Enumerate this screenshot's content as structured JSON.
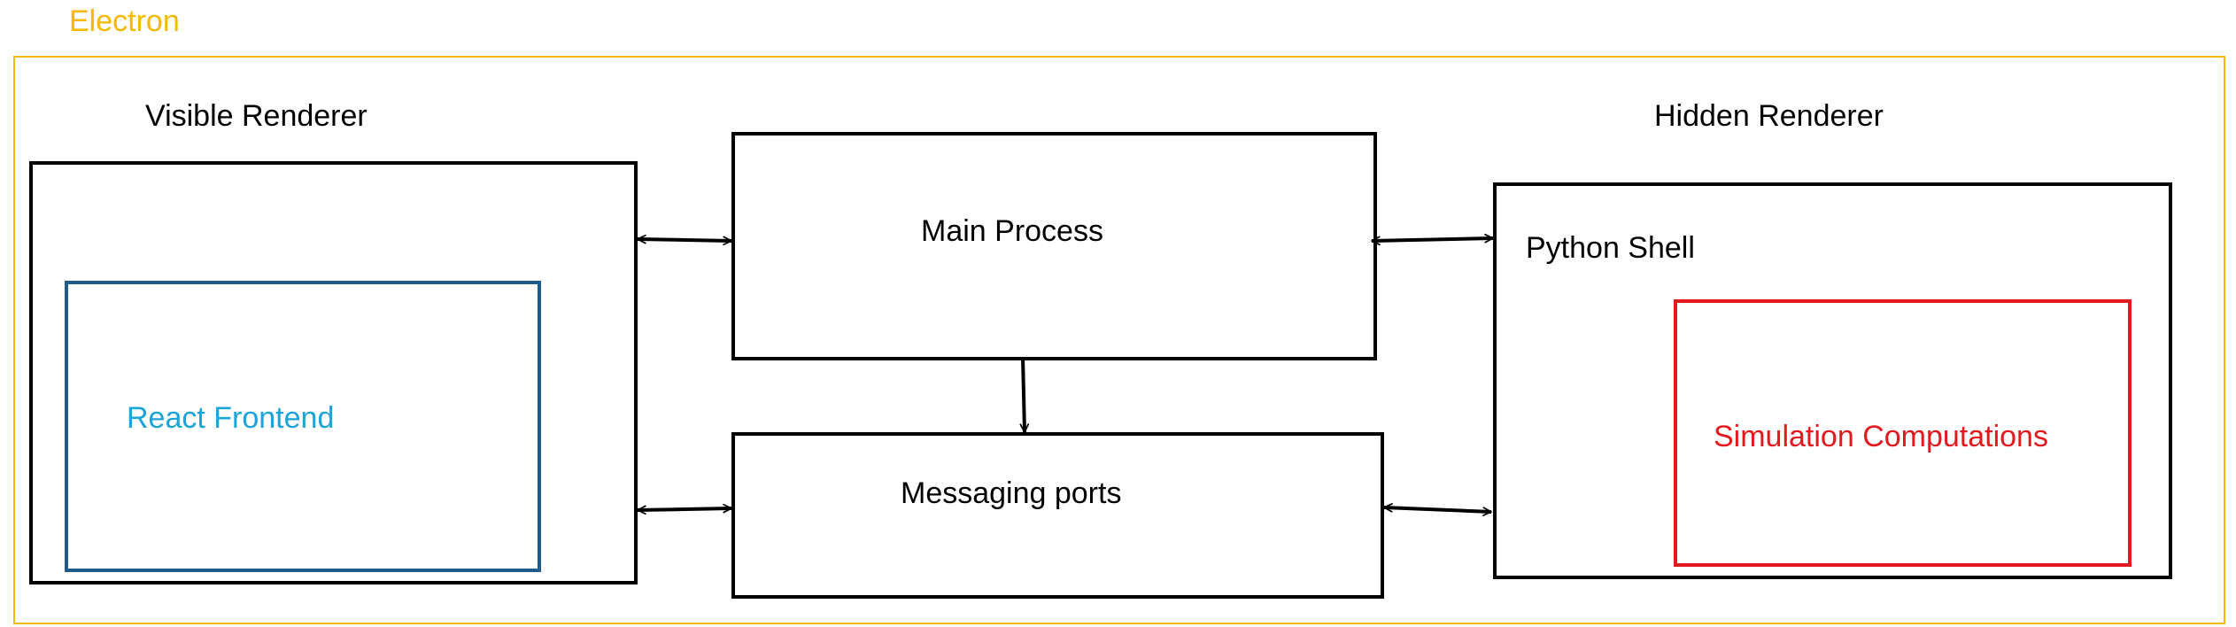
{
  "diagram": {
    "container": {
      "label": "Electron",
      "color": "#f6b800"
    },
    "visible_renderer": {
      "label": "Visible Renderer",
      "inner": {
        "label": "React Frontend",
        "label_color": "#1ba3dc",
        "border_color": "#1f5c8c"
      }
    },
    "main_process": {
      "label": "Main Process"
    },
    "messaging_ports": {
      "label": "Messaging ports"
    },
    "hidden_renderer": {
      "label": "Hidden Renderer",
      "shell": {
        "label": "Python Shell"
      },
      "inner": {
        "label": "Simulation Computations",
        "color": "#e3191f"
      }
    },
    "connections": [
      {
        "from": "Visible Renderer",
        "to": "Main Process",
        "type": "bidirectional"
      },
      {
        "from": "Visible Renderer",
        "to": "Messaging ports",
        "type": "bidirectional"
      },
      {
        "from": "Main Process",
        "to": "Hidden Renderer",
        "type": "bidirectional"
      },
      {
        "from": "Messaging ports",
        "to": "Hidden Renderer",
        "type": "bidirectional"
      },
      {
        "from": "Main Process",
        "to": "Messaging ports",
        "type": "directed"
      }
    ]
  }
}
